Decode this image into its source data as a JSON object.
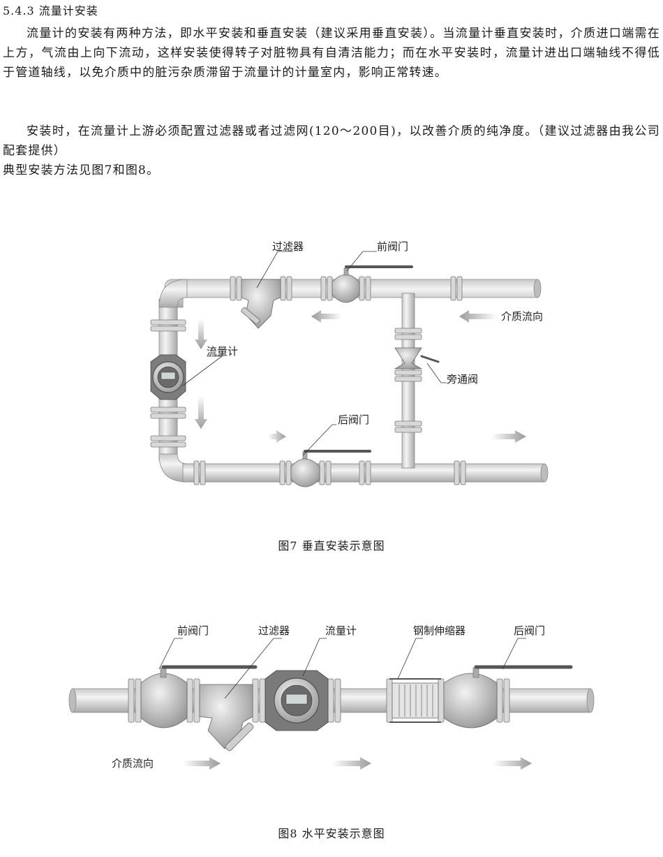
{
  "section": {
    "title": "5.4.3 流量计安装"
  },
  "paragraphs": [
    "流量计的安装有两种方法，即水平安装和垂直安装（建议采用垂直安装）。当流量计垂直安装时，介质进口端需在上方，气流由上向下流动，这样安装使得转子对脏物具有自清洁能力；而在水平安装时，流量计进出口端轴线不得低于管道轴线，以免介质中的脏污杂质滞留于流量计的计量室内，影响正常转速。",
    "安装时，在流量计上游必须配置过滤器或者过滤网(120～200目)，以改善介质的纯净度。（建议过滤器由我公司配套提供）",
    "典型安装方法见图7和图8。"
  ],
  "figure7": {
    "caption": "图7 垂直安装示意图",
    "labels": {
      "filter": "过滤器",
      "front_valve": "前阀门",
      "flow_direction": "介质流向",
      "flowmeter": "流量计",
      "bypass_valve": "旁通阀",
      "rear_valve": "后阀门"
    }
  },
  "figure8": {
    "caption": "图8 水平安装示意图",
    "labels": {
      "front_valve": "前阀门",
      "filter": "过滤器",
      "flowmeter": "流量计",
      "expansion_joint": "钢制伸缩器",
      "rear_valve": "后阀门",
      "flow_direction": "介质流向"
    }
  }
}
